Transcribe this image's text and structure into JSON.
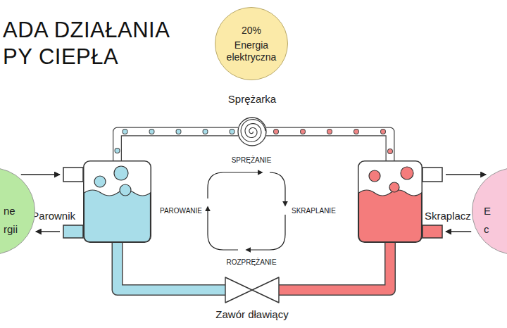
{
  "diagram": {
    "title": "ADA DZIAŁANIA PY CIEPŁA",
    "nodes": [
      {
        "text": [
          "20%",
          "Energia elektryczna"
        ]
      },
      {
        "text": [
          "Sprężarka"
        ]
      },
      {
        "text": [
          "Parownik"
        ]
      },
      {
        "text": [
          "Skraplacz"
        ]
      },
      {
        "text": [
          "Zawór dławiący"
        ]
      },
      {
        "text": [
          "ne rgii"
        ]
      },
      {
        "text": [
          "E c"
        ]
      }
    ],
    "edges": [
      {
        "from": 2,
        "to": 1,
        "arrow": "none"
      },
      {
        "from": 1,
        "to": 3,
        "arrow": "none"
      },
      {
        "from": 3,
        "to": 4,
        "arrow": "none"
      },
      {
        "from": 4,
        "to": 2,
        "arrow": "none"
      },
      {
        "from": 5,
        "to": 2,
        "arrow": "to"
      },
      {
        "from": 2,
        "to": 5,
        "arrow": "to"
      },
      {
        "from": 3,
        "to": 6,
        "arrow": "to"
      },
      {
        "from": 6,
        "to": 3,
        "arrow": "to"
      }
    ],
    "labels": [
      "SPRĘŻANIE",
      "SKRAPLANIE",
      "ROZPRĘŻANIE",
      "PAROWANIE"
    ]
  }
}
